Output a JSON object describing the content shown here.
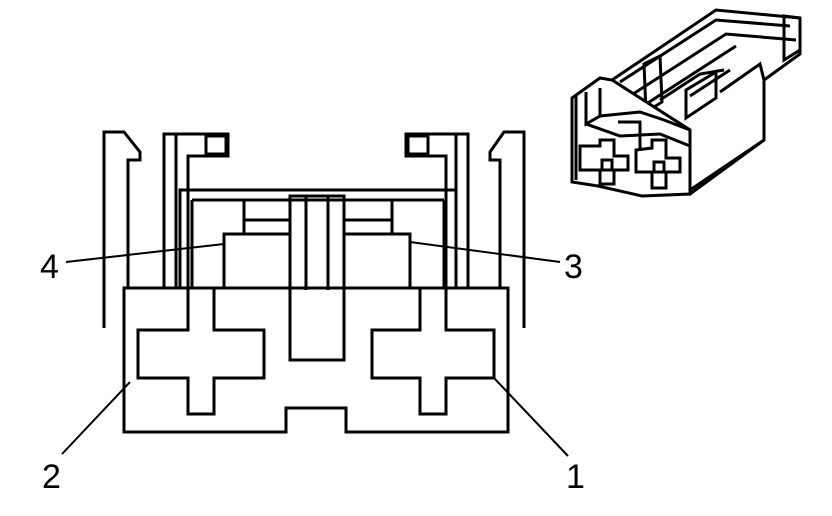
{
  "pins": [
    {
      "id": "pin-1",
      "label": "1"
    },
    {
      "id": "pin-2",
      "label": "2"
    },
    {
      "id": "pin-3",
      "label": "3"
    },
    {
      "id": "pin-4",
      "label": "4"
    }
  ],
  "colors": {
    "line": "#000000",
    "background": "#ffffff"
  }
}
